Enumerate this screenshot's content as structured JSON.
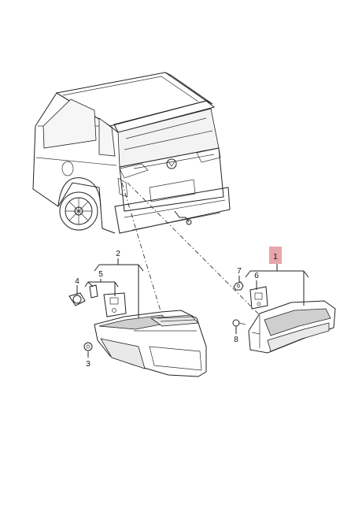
{
  "callouts": {
    "p1": "1",
    "p2": "2",
    "p3": "3",
    "p4": "4",
    "p5": "5",
    "p6": "6",
    "p7": "7",
    "p8": "8"
  },
  "colors": {
    "highlight": "#e7a5ad",
    "line": "#222222",
    "background": "#ffffff"
  }
}
